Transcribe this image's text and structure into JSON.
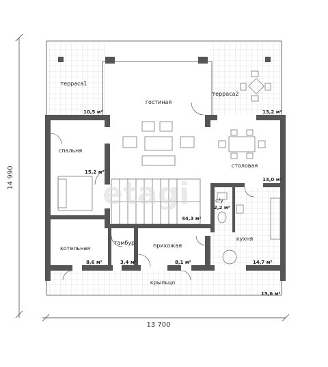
{
  "dimensions": {
    "width": "13 700",
    "height": "14 990"
  },
  "watermark": "etagi",
  "rooms": [
    {
      "id": "terrace1",
      "name": "терраса1",
      "area": "10,5 м²"
    },
    {
      "id": "living",
      "name": "гостиная",
      "area": ""
    },
    {
      "id": "terrace2",
      "name": "терраса2",
      "area": "13,2 м²"
    },
    {
      "id": "bedroom",
      "name": "спальня",
      "area": "15,2 м²"
    },
    {
      "id": "hall",
      "name": "",
      "area": "44,3 м²"
    },
    {
      "id": "dining",
      "name": "столовая",
      "area": "13,0 м²"
    },
    {
      "id": "wc",
      "name": "с/у",
      "area": "2,2 м²"
    },
    {
      "id": "boiler",
      "name": "котельная",
      "area": "8,6 м²"
    },
    {
      "id": "vestibule",
      "name": "тамбур",
      "area": "3,4 м²"
    },
    {
      "id": "entry",
      "name": "прихожая",
      "area": "8,1 м²"
    },
    {
      "id": "kitchen",
      "name": "кухня",
      "area": "14,7 м²"
    },
    {
      "id": "porch",
      "name": "крыльцо",
      "area": "15,6 м²"
    }
  ],
  "colors": {
    "wall": "#555555",
    "line": "#333333",
    "tile": "#cfcfcf",
    "furniture": "#666666"
  }
}
